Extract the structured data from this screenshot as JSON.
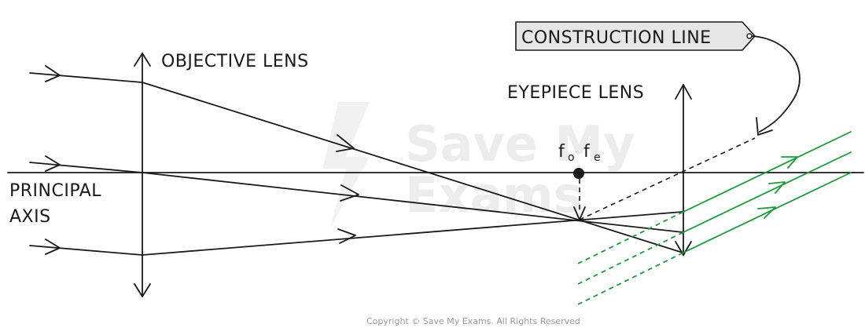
{
  "labels": {
    "objective_lens": "OBJECTIVE LENS",
    "eyepiece_lens": "EYEPIECE LENS",
    "principal_axis_line1": "PRINCIPAL",
    "principal_axis_line2": "AXIS",
    "construction_line": "CONSTRUCTION LINE",
    "focal_objective": "f",
    "focal_objective_sub": "o",
    "focal_eyepiece": "f",
    "focal_eyepiece_sub": "e",
    "watermark_line1": "Save My",
    "watermark_line2": "Exams",
    "copyright": "Copyright © Save My Exams. All Rights Reserved"
  },
  "colors": {
    "ink": "#1a1a1a",
    "green_rays": "#1a9c3a",
    "tag_fill": "#e6e6e6",
    "watermark": "#ececec"
  }
}
